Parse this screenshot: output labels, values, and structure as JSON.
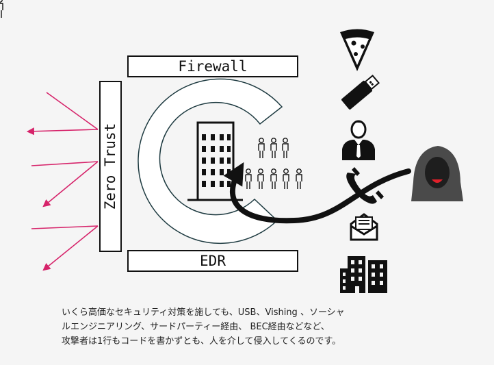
{
  "labels": {
    "firewall": "Firewall",
    "zero_trust": "Zero Trust",
    "edr": "EDR"
  },
  "caption": {
    "line1": "いくら高価なセキュリティ対策を施しても、USB、Vishing 、ソーシャ",
    "line2": "ルエンジニアリング、サードパーティー経由、 BEC経由などなど、",
    "line3": "攻撃者は1行もコードを書かずとも、人を介して侵入してくるのです。"
  },
  "icons": [
    "pizza-icon",
    "usb-drive-icon",
    "businessman-icon",
    "phone-icon",
    "email-icon",
    "office-buildings-icon",
    "hooded-hacker-icon",
    "headquarters-building-icon",
    "employees-icon"
  ],
  "colors": {
    "deflected_arrows": "#d6236a",
    "hacker_mouth": "#e0202a",
    "foreground": "#111111",
    "ring_stroke": "#1d3a40"
  }
}
